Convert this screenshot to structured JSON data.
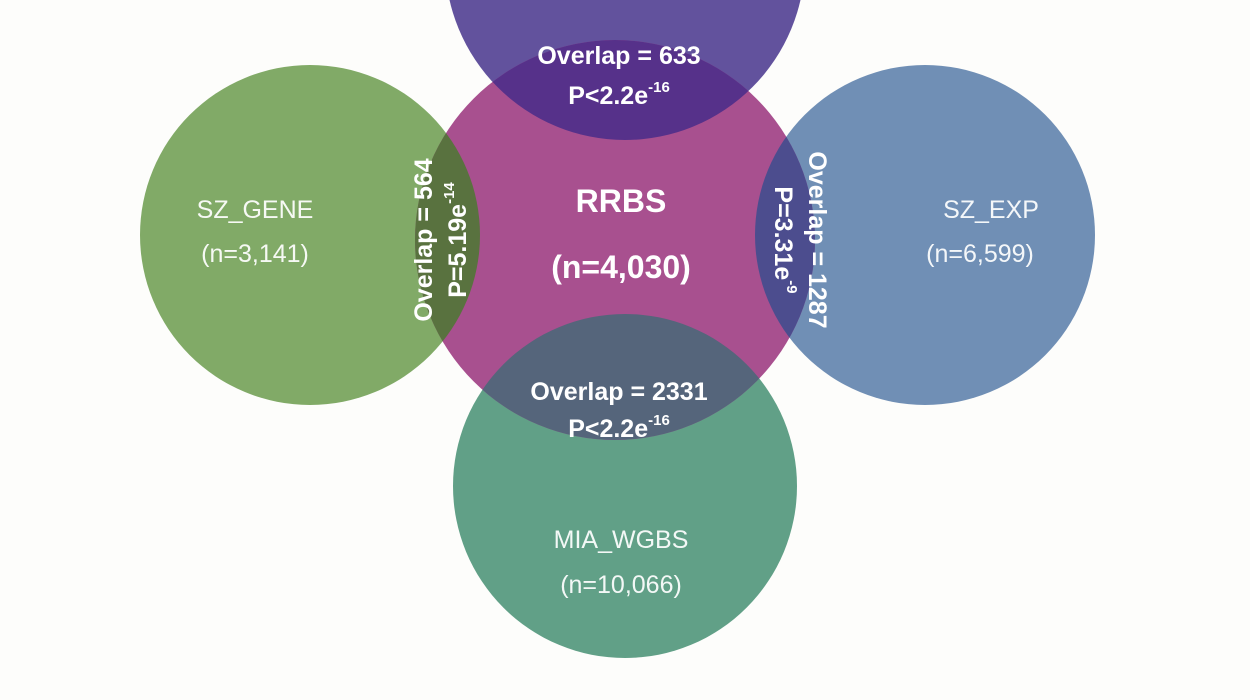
{
  "diagram": {
    "center": {
      "name": "RRBS",
      "n": "(n=4,030)",
      "color": "#a8508f"
    },
    "sets": {
      "top": {
        "name": "",
        "n": "",
        "color": "#4c3a8f"
      },
      "left": {
        "name": "SZ_GENE",
        "n": "(n=3,141)",
        "color": "#6f9e52"
      },
      "right": {
        "name": "SZ_EXP",
        "n": "(n=6,599)",
        "color": "#5c80ab"
      },
      "bottom": {
        "name": "MIA_WGBS",
        "n": "(n=10,066)",
        "color": "#50967a"
      }
    },
    "overlaps": {
      "top": {
        "overlap": "Overlap = 633",
        "p_prefix": "P<2.2e",
        "p_exp": "-16"
      },
      "left": {
        "overlap": "Overlap = 564",
        "p_prefix": "P=5.19e",
        "p_exp": "-14"
      },
      "right": {
        "overlap": "Overlap = 1287",
        "p_prefix": "P=3.31e",
        "p_exp": "-9"
      },
      "bottom": {
        "overlap": "Overlap = 2331",
        "p_prefix": "P<2.2e",
        "p_exp": "-16"
      }
    },
    "colors": {
      "overlap_top": "#56318a",
      "overlap_left": "#59723f",
      "overlap_right": "#4c4d8e",
      "overlap_bottom": "#55657b"
    }
  }
}
